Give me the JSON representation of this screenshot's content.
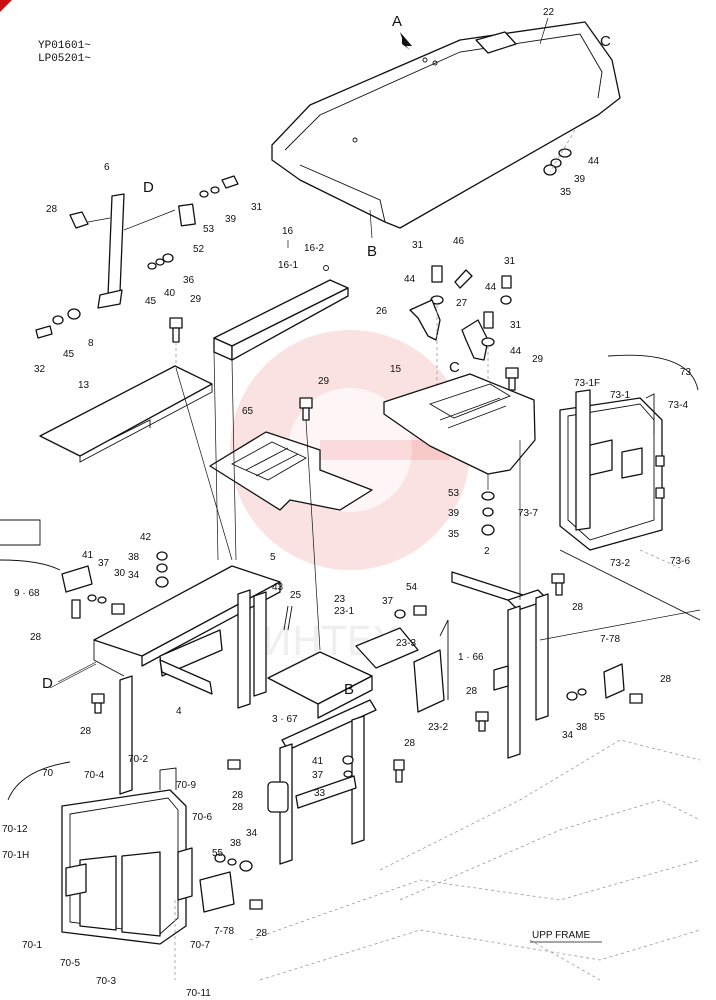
{
  "header": {
    "serial_1": "YP01601~",
    "serial_2": "LP05201~"
  },
  "callouts": {
    "A": "A",
    "B": "B",
    "B2": "B",
    "C": "C",
    "C2": "C",
    "D": "D",
    "D2": "D"
  },
  "labels": {
    "p22": "22",
    "p44a": "44",
    "p39a": "39",
    "p35a": "35",
    "p6": "6",
    "p28a": "28",
    "p53a": "53",
    "p39b": "39",
    "p31a": "31",
    "p52": "52",
    "p45a": "45",
    "p40": "40",
    "p36": "36",
    "p45b": "45",
    "p8": "8",
    "p32": "32",
    "p16": "16",
    "p16_2": "16-2",
    "p16_1": "16-1",
    "p29a": "29",
    "p13": "13",
    "p31b": "31",
    "p46": "46",
    "p31c": "31",
    "p44b": "44",
    "p44c": "44",
    "p26": "26",
    "p27": "27",
    "p31d": "31",
    "p44d": "44",
    "p29b": "29",
    "p15": "15",
    "p65": "65",
    "p29c": "29",
    "p53b": "53",
    "p39c": "39",
    "p35b": "35",
    "p73": "73",
    "p73_1f": "73-1F",
    "p73_1": "73-1",
    "p73_4": "73-4",
    "p73_7": "73-7",
    "p73_2": "73-2",
    "p73_6": "73-6",
    "p42": "42",
    "p41a": "41",
    "p38a": "38",
    "p37a": "37",
    "p30": "30",
    "p34a": "34",
    "p9_68": "9 · 68",
    "p28b": "28",
    "p5": "5",
    "p43": "43",
    "p25": "25",
    "p23": "23",
    "p23_1": "23-1",
    "p37b": "37",
    "p54": "54",
    "p23_3": "23-3",
    "p2": "2",
    "p28c": "28",
    "p1_66": "1 · 66",
    "p7_78a": "7-78",
    "p28d": "28",
    "p28e": "28",
    "p55a": "55",
    "p38b": "38",
    "p34b": "34",
    "p4": "4",
    "p28f": "28",
    "p3_67": "3 · 67",
    "p23_2": "23-2",
    "p28g": "28",
    "p41b": "41",
    "p37c": "37",
    "p33": "33",
    "p28h": "28",
    "p70": "70",
    "p70_2": "70-2",
    "p70_4": "70-4",
    "p70_9": "70-9",
    "p70_6": "70-6",
    "p70_12": "70-12",
    "p70_1h": "70-1H",
    "p55b": "55",
    "p38c": "38",
    "p34c": "34",
    "p28i": "28",
    "p7_78b": "7-78",
    "p28j": "28",
    "p70_7": "70-7",
    "p70_1": "70-1",
    "p70_5": "70-5",
    "p70_3": "70-3",
    "p70_11": "70-11",
    "upp_frame": "UPP FRAME"
  },
  "watermark": {
    "text": "ИНТЕХ",
    "color": "#e84a4a"
  }
}
